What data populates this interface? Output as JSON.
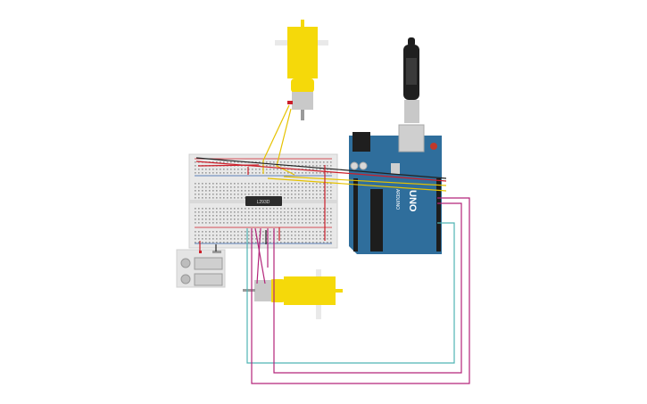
{
  "components": {
    "breadboard": {
      "ic_label": "L293D"
    },
    "arduino": {
      "logo_text": "UNO",
      "brand_text": "ARDUINO",
      "board_text": "UNO"
    },
    "battery": {},
    "motor_top": {},
    "motor_bottom": {}
  },
  "colors": {
    "canvas_bg": "#ffffff",
    "breadboard": "#e8e8e8",
    "arduino": "#2f6e9c",
    "motor_body": "#f5d90a",
    "wire_red": "#cc1f2a",
    "wire_black": "#222222",
    "wire_yellow": "#e6c200",
    "wire_magenta": "#b3247a",
    "wire_cyan": "#4fb3b3"
  }
}
